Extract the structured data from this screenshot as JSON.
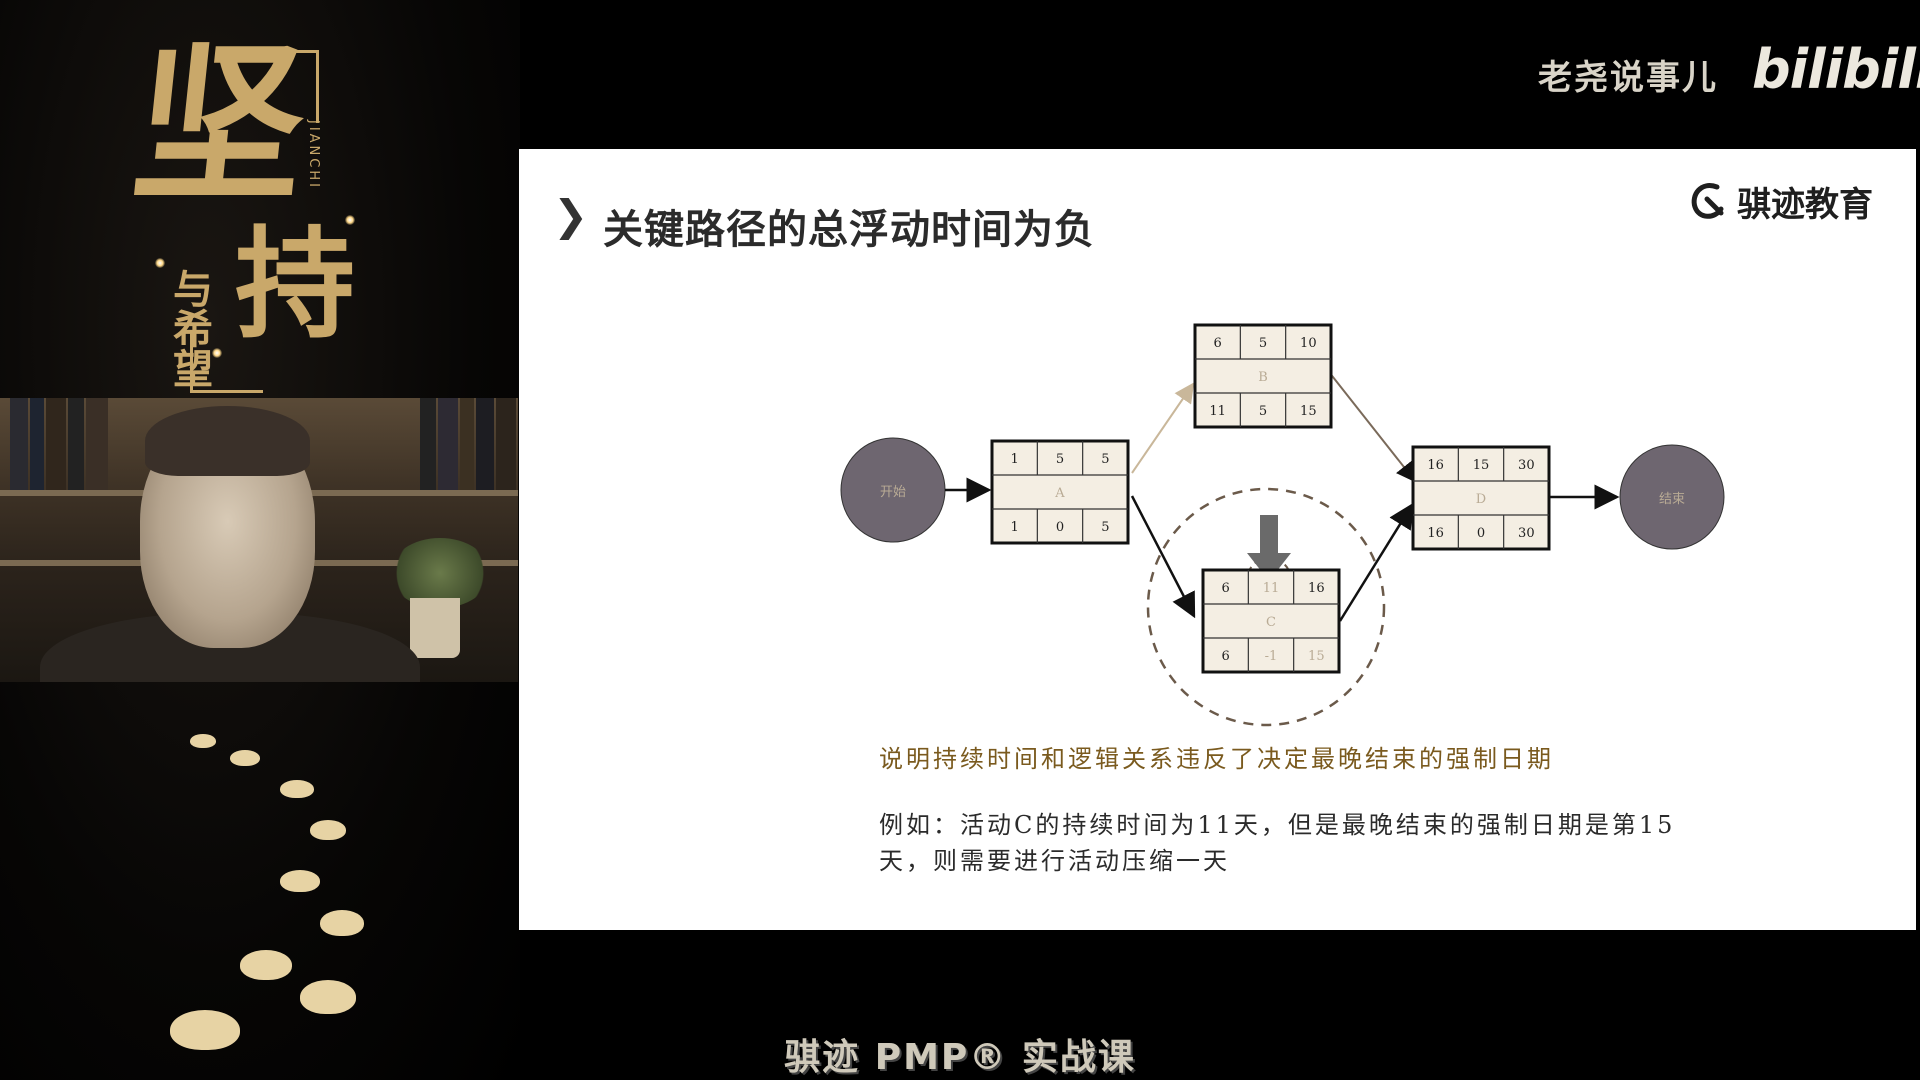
{
  "poster": {
    "big_char": "坚",
    "char_2": "持",
    "small_chars": "与希望",
    "pinyin": "JIANCHI"
  },
  "channel": {
    "name": "老尧说事儿",
    "platform_logo": "bilibili"
  },
  "slide": {
    "title": "关键路径的总浮动时间为负",
    "brand_name": "骐迹教育",
    "brand_icon": "brand-q-icon",
    "diagram": {
      "start_label": "开始",
      "end_label": "结束",
      "nodes": [
        {
          "id": "A",
          "es": "1",
          "dur": "5",
          "ef": "5",
          "ls": "1",
          "tf": "0",
          "lf": "5"
        },
        {
          "id": "B",
          "es": "6",
          "dur": "5",
          "ef": "10",
          "ls": "11",
          "tf": "5",
          "lf": "15"
        },
        {
          "id": "C",
          "es": "6",
          "dur": "11",
          "ef": "16",
          "ls": "6",
          "tf": "-1",
          "lf": "15"
        },
        {
          "id": "D",
          "es": "16",
          "dur": "15",
          "ef": "30",
          "ls": "16",
          "tf": "0",
          "lf": "30"
        }
      ],
      "circle_color": "#6e6670",
      "highlight_arrow_color": "#6a6a6a"
    },
    "note": "说明持续时间和逻辑关系违反了决定最晚结束的强制日期",
    "example": "例如：活动C的持续时间为11天，但是最晚结束的强制日期是第15天，则需要进行活动压缩一天"
  },
  "caption": "骐迹 PMP® 实战课"
}
